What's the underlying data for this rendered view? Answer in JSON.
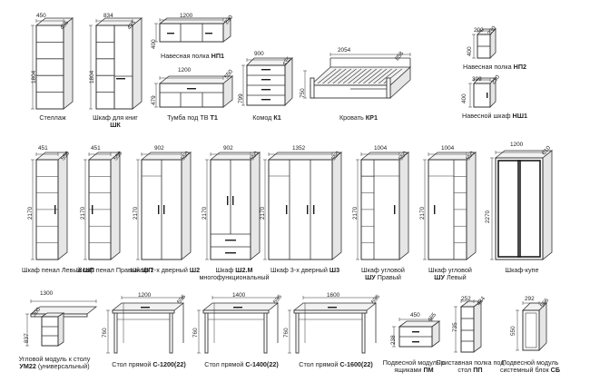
{
  "colors": {
    "line": "#333333",
    "frame": "#555555",
    "fill": "#f2f2f2",
    "dark": "#1a1a1a"
  },
  "items": {
    "stellazh": {
      "name": "Стеллаж",
      "code": "",
      "w": "450",
      "d": "435",
      "h": "1804"
    },
    "shkaf_knig": {
      "name": "Шкаф для книг",
      "code": "ШК",
      "w": "834",
      "d": "435",
      "h": "1804"
    },
    "polka_np1": {
      "name": "Навесная полка",
      "code": "НП1",
      "w": "1200",
      "d": "230",
      "h": "400"
    },
    "tumba_t1": {
      "name": "Тумба под ТВ",
      "code": "Т1",
      "w": "1200",
      "d": "550",
      "h": "479"
    },
    "komod_k1": {
      "name": "Комод",
      "code": "К1",
      "w": "900",
      "d": "435",
      "h": "799"
    },
    "krovat_kr1": {
      "name": "Кровать",
      "code": "КР1",
      "w": "2054",
      "d": "858",
      "h": "750"
    },
    "polka_np2": {
      "name": "Навесная полка",
      "code": "НП2",
      "w": "200",
      "d": "230",
      "h": "400"
    },
    "shkaf_nsh1": {
      "name": "Навесной шкаф",
      "code": "НШ1",
      "w": "399",
      "d": "230",
      "h": "400"
    },
    "penal_levyy": {
      "name": "Шкаф пенал Левый",
      "code": "ШП",
      "w": "451",
      "d": "550",
      "h": "2170"
    },
    "penal_pravyy": {
      "name": "Шкаф пенал Правый",
      "code": "ШП",
      "w": "451",
      "d": "550",
      "h": "2170"
    },
    "shkaf_sh2": {
      "name": "Шкаф 2-х дверный",
      "code": "Ш2",
      "w": "902",
      "d": "550",
      "h": "2170"
    },
    "shkaf_sh2m": {
      "name": "многофункциональный",
      "code": "Ш2.М",
      "w": "902",
      "d": "550",
      "h": "2170"
    },
    "shkaf_sh3": {
      "name": "Шкаф 3-х дверный",
      "code": "Ш3",
      "w": "1352",
      "d": "550",
      "h": "2170"
    },
    "ugl_pravyy": {
      "name": "Шкаф угловой",
      "code": "ШУ",
      "suffix": "Правый",
      "w": "1004",
      "d": "550",
      "h": "2170"
    },
    "ugl_levyy": {
      "name": "Шкаф угловой",
      "code": "ШУ",
      "suffix": "Левый",
      "w": "1004",
      "d": "550",
      "h": "2170"
    },
    "kupe": {
      "name": "Шкаф-купе",
      "code": "",
      "w": "1200",
      "d": "610",
      "h": "2270"
    },
    "uglovoy_um22": {
      "name": "Угловой модуль к столу",
      "code": "УМ22",
      "suffix": "(универсальный)",
      "w": "1300",
      "d": "300",
      "h": "837"
    },
    "stol_1200": {
      "name": "Стол прямой",
      "code": "С-1200(22)",
      "w": "1200",
      "d": "596",
      "h": "760"
    },
    "stol_1400": {
      "name": "Стол прямой",
      "code": "С-1400(22)",
      "w": "1400",
      "d": "596",
      "h": "760"
    },
    "stol_1600": {
      "name": "Стол прямой",
      "code": "С-1600(22)",
      "w": "1600",
      "d": "596",
      "h": "760"
    },
    "modul_pm": {
      "name": "Подвесной модуль с ящиками",
      "code": "ПМ",
      "w": "450",
      "d": "465",
      "h": "238"
    },
    "polka_pp": {
      "name": "Приставная полка под стол",
      "code": "ПП",
      "w": "252",
      "d": "434",
      "h": "735"
    },
    "blok_sb": {
      "name": "Подвесной модуль системный блок",
      "code": "СБ",
      "w": "292",
      "d": "566",
      "h": "550"
    }
  }
}
